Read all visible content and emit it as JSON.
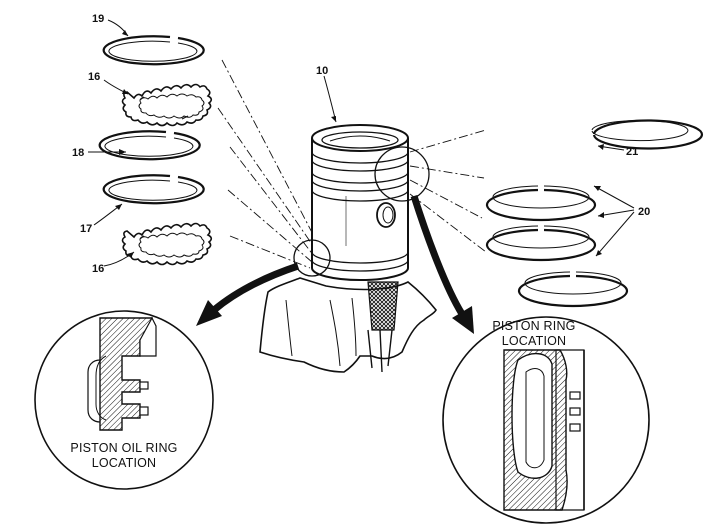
{
  "callouts": {
    "c19": "19",
    "c16_top": "16",
    "c18": "18",
    "c17": "17",
    "c16_bottom": "16",
    "c10": "10",
    "c21": "21",
    "c20": "20"
  },
  "detail_left": {
    "line1": "PISTON OIL RING",
    "line2": "LOCATION"
  },
  "detail_right": {
    "line1": "PISTON RING",
    "line2": "LOCATION"
  },
  "colors": {
    "ink": "#111111",
    "paper": "#ffffff"
  }
}
